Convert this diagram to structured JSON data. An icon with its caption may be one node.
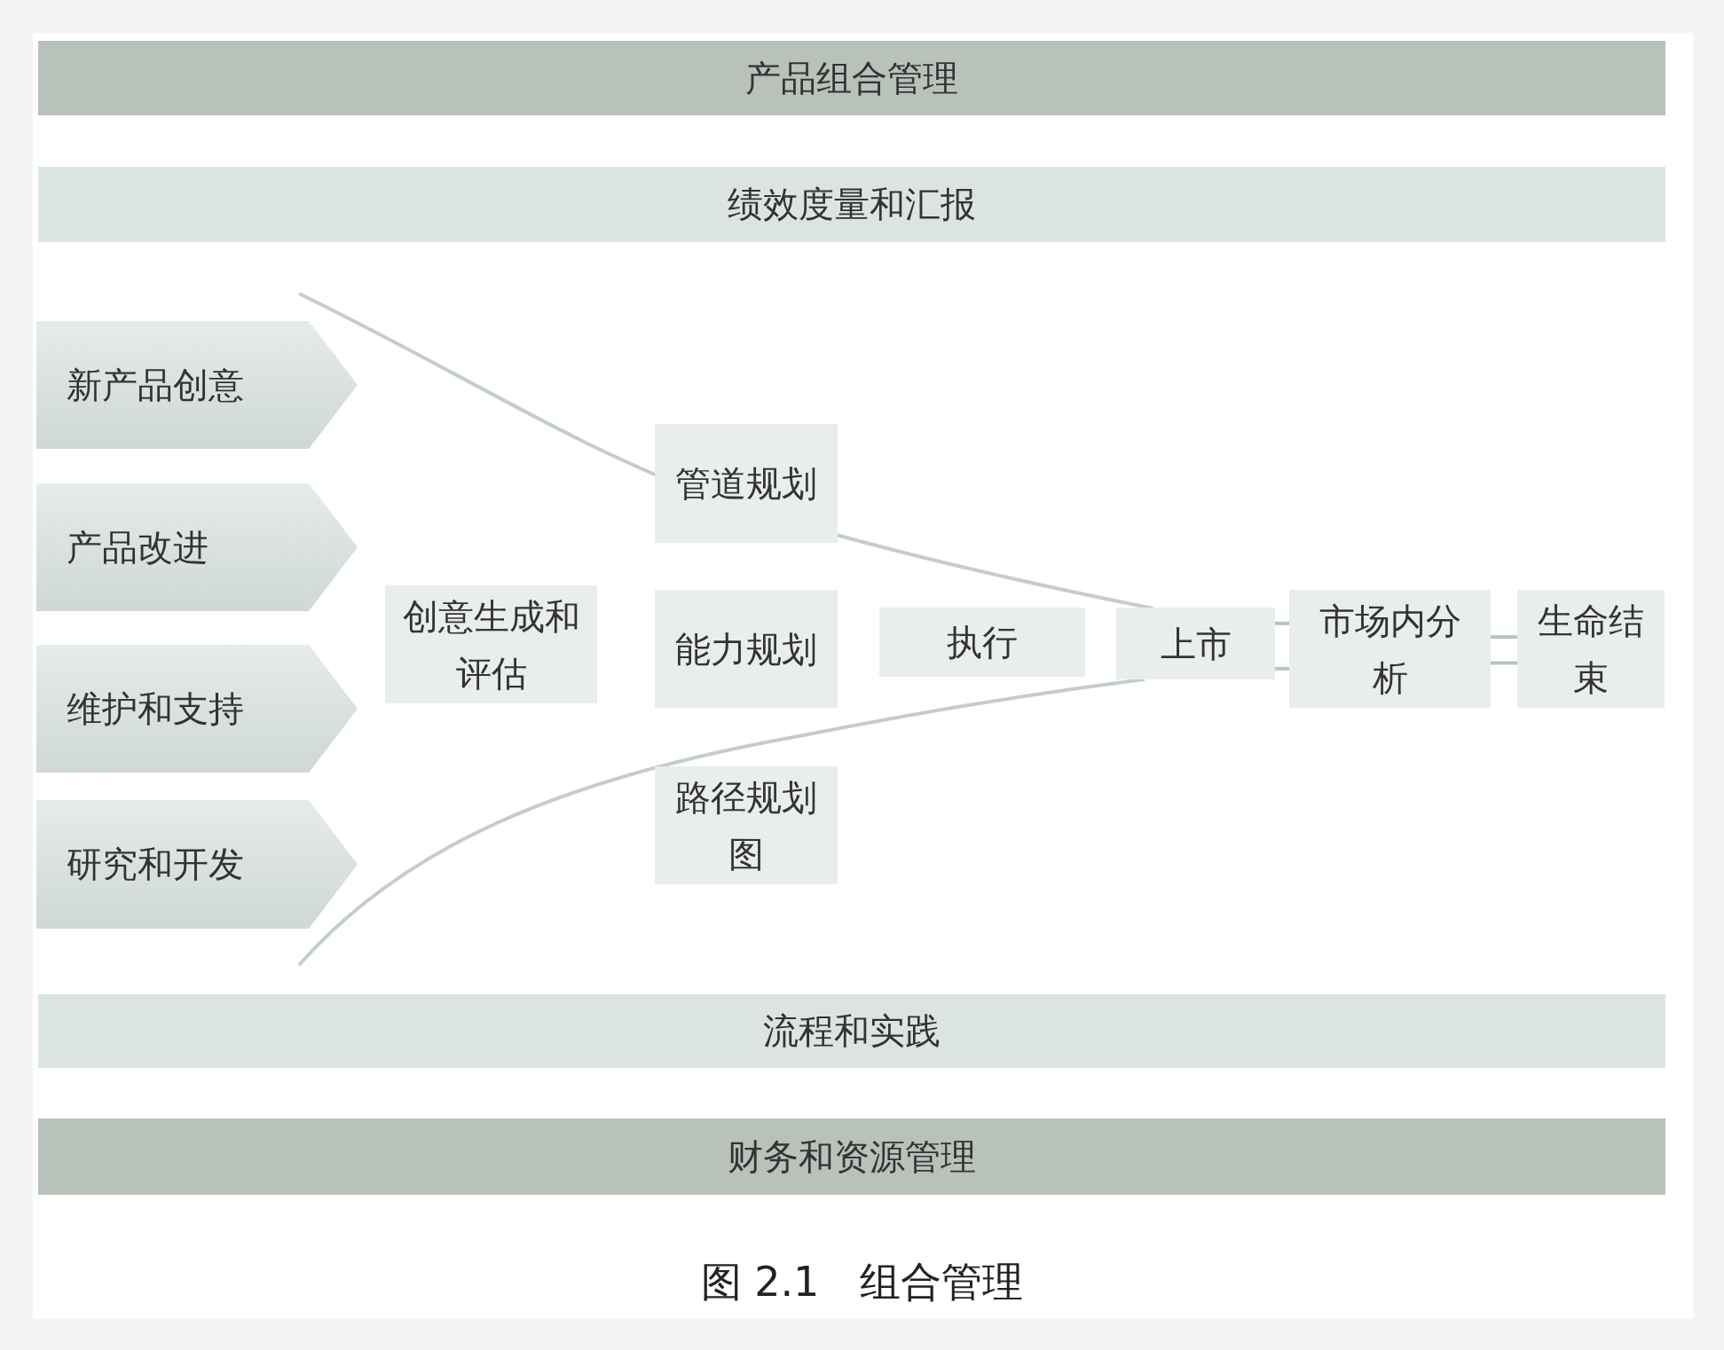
{
  "diagram": {
    "caption": "图 2.1　组合管理",
    "nodes": [
      {
        "text": [
          "产品组合管理"
        ]
      },
      {
        "text": [
          "绩效度量和汇报"
        ]
      },
      {
        "text": [
          "新产品创意"
        ]
      },
      {
        "text": [
          "产品改进"
        ]
      },
      {
        "text": [
          "维护和支持"
        ]
      },
      {
        "text": [
          "研究和开发"
        ]
      },
      {
        "text": [
          "创意生成和评估"
        ]
      },
      {
        "text": [
          "管道规划"
        ]
      },
      {
        "text": [
          "能力规划"
        ]
      },
      {
        "text": [
          "路径规划图"
        ]
      },
      {
        "text": [
          "执行"
        ]
      },
      {
        "text": [
          "上市"
        ]
      },
      {
        "text": [
          "市场内分析"
        ]
      },
      {
        "text": [
          "生命结束"
        ]
      },
      {
        "text": [
          "流程和实践"
        ]
      },
      {
        "text": [
          "财务和资源管理"
        ]
      }
    ],
    "edges": [
      {
        "from": 11,
        "to": 12,
        "arrow": "none"
      },
      {
        "from": 11,
        "to": 12,
        "arrow": "none"
      },
      {
        "from": 12,
        "to": 13,
        "arrow": "none"
      },
      {
        "from": 12,
        "to": 13,
        "arrow": "none"
      }
    ]
  }
}
